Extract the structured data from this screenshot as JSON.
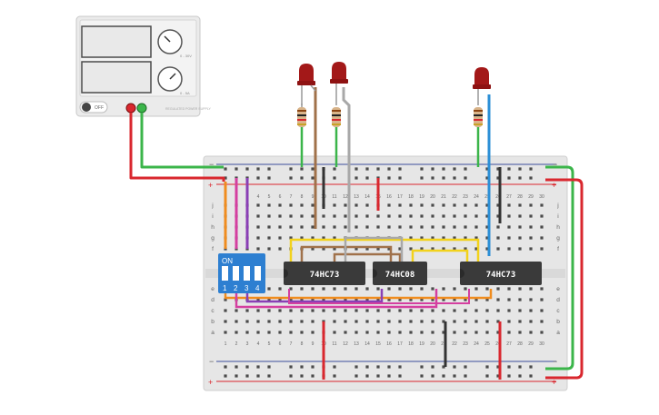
{
  "power_supply": {
    "off_label": "OFF",
    "knob_top_label": "0 - 30V",
    "knob_bottom_label": "0 - 5A",
    "brand_label": "REGULATED POWER SUPPLY"
  },
  "breadboard": {
    "rail_minus": "−",
    "rail_plus": "+",
    "row_letters_top": [
      "j",
      "i",
      "h",
      "g",
      "f"
    ],
    "row_letters_bottom": [
      "e",
      "d",
      "c",
      "b",
      "a"
    ],
    "column_numbers": [
      "1",
      "2",
      "3",
      "4",
      "5",
      "6",
      "7",
      "8",
      "9",
      "10",
      "11",
      "12",
      "13",
      "14",
      "15",
      "16",
      "17",
      "18",
      "19",
      "20",
      "21",
      "22",
      "23",
      "24",
      "25",
      "26",
      "27",
      "28",
      "29",
      "30"
    ]
  },
  "dip_switch": {
    "on_label": "ON",
    "switch_numbers": [
      "1",
      "2",
      "3",
      "4"
    ]
  },
  "chips": [
    {
      "label": "74HC73"
    },
    {
      "label": "74HC08"
    },
    {
      "label": "74HC73"
    }
  ],
  "colors": {
    "breadboard": "#e6e6e6",
    "rail_red": "#d9272e",
    "rail_blue": "#3c4f9c",
    "wire_green": "#3bb54a",
    "wire_red": "#d9272e",
    "wire_orange": "#f08c1e",
    "wire_magenta": "#d43fa0",
    "wire_purple": "#8a3fb5",
    "wire_yellow": "#f2d21c",
    "wire_brown": "#a0714a",
    "wire_gray": "#a8a8a8",
    "wire_blue": "#2b8fd6",
    "wire_black": "#333333",
    "chip_body": "#3a3a3a",
    "dip_blue": "#2d7fd1",
    "led_red": "#a31818"
  }
}
